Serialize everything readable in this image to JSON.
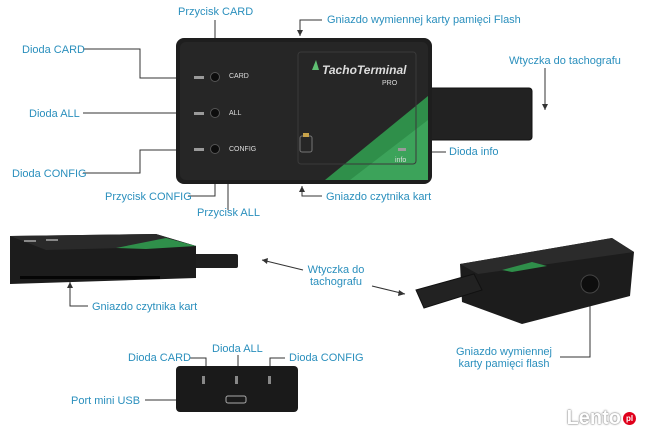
{
  "device_main": {
    "brand": "TachoTerminal",
    "edition": "PRO",
    "button_labels": {
      "card": "CARD",
      "all": "ALL",
      "config": "CONFIG"
    },
    "info_label": "info"
  },
  "callouts": {
    "przycisk_card": "Przycisk CARD",
    "gniazdo_flash": "Gniazdo wymiennej karty pamięci Flash",
    "dioda_card": "Dioda CARD",
    "wtyczka_top": "Wtyczka do tachografu",
    "dioda_all": "Dioda ALL",
    "dioda_info": "Dioda info",
    "dioda_config": "Dioda CONFIG",
    "przycisk_config": "Przycisk CONFIG",
    "gniazdo_czytnika_top": "Gniazdo czytnika kart",
    "przycisk_all": "Przycisk ALL",
    "wtyczka_mid_line1": "Wtyczka do",
    "wtyczka_mid_line2": "tachografu",
    "gniazdo_czytnika_mid": "Gniazdo czytnika kart",
    "gniazdo_flash_line1": "Gniazdo wymiennej",
    "gniazdo_flash_line2": "karty pamięci flash",
    "bottom_dioda_card": "Dioda CARD",
    "bottom_dioda_all": "Dioda ALL",
    "bottom_dioda_config": "Dioda CONFIG",
    "port_usb": "Port mini USB"
  },
  "watermark": {
    "text": "Lento",
    "suffix": "pl"
  },
  "colors": {
    "callout": "#2a8fbd",
    "device_body": "#1e1e1e",
    "accent_green": "#2f8f4a",
    "led": "#9a9a9a"
  }
}
